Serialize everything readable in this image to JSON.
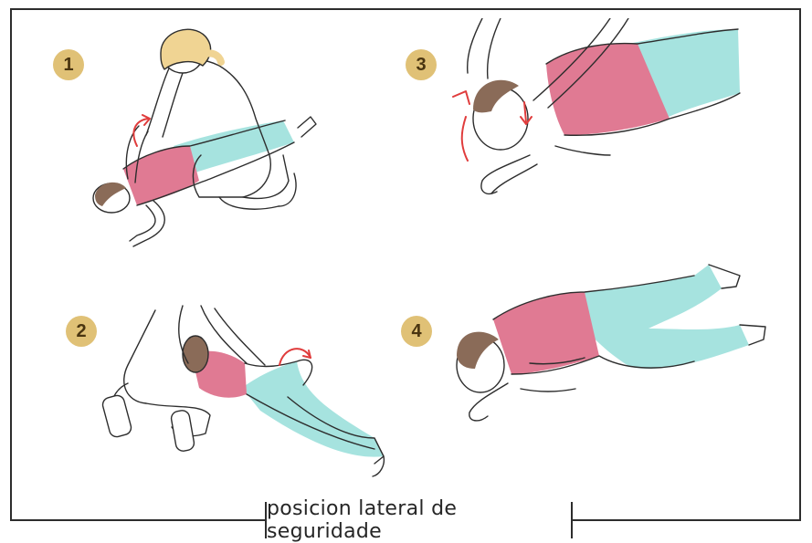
{
  "steps": [
    {
      "number": "1"
    },
    {
      "number": "2"
    },
    {
      "number": "3"
    },
    {
      "number": "4"
    }
  ],
  "caption": "posicion lateral de seguridade",
  "colors": {
    "badge": "#e0c176",
    "shirt": "#e07a93",
    "pants": "#a6e3df",
    "hair_rescuer": "#f0d493",
    "hair_victim": "#8a6b58",
    "arrow": "#e03c3c",
    "line": "#2d2d2d"
  }
}
